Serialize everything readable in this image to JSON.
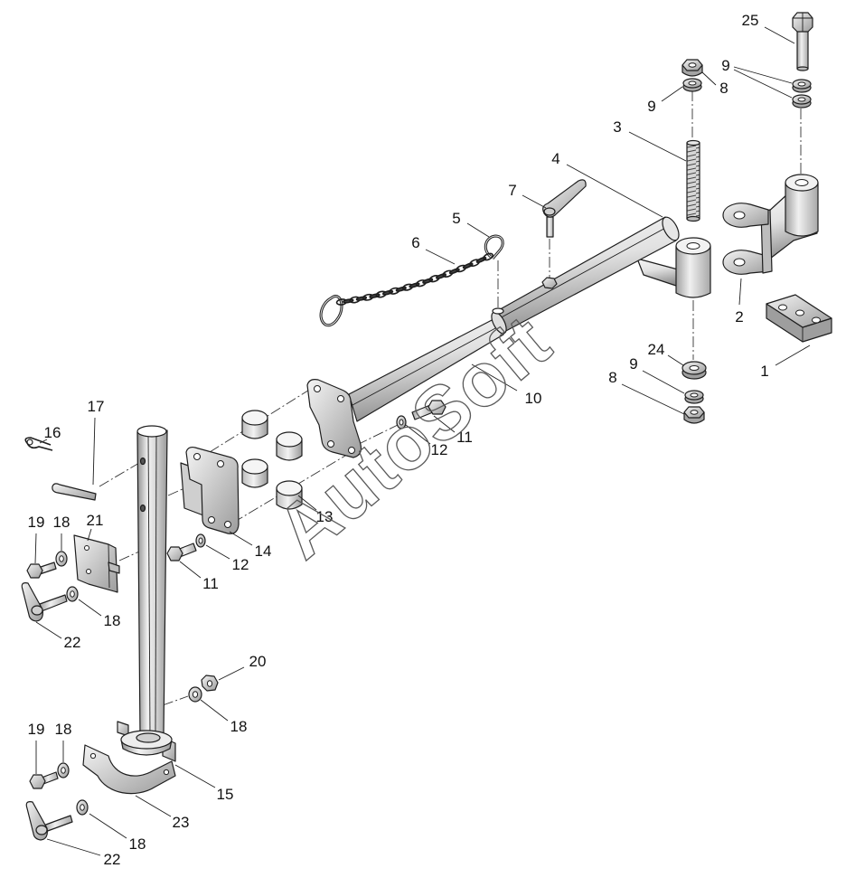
{
  "diagram": {
    "watermark": "AutoSoft",
    "colors": {
      "line": "#1e1e1e",
      "fill_light": "#f2f2f2",
      "fill_mid": "#c8c8c8",
      "fill_dark": "#8c8c8c"
    },
    "callouts": [
      "25",
      "9",
      "8",
      "9",
      "3",
      "4",
      "7",
      "5",
      "6",
      "2",
      "1",
      "24",
      "9",
      "8",
      "10",
      "11",
      "12",
      "17",
      "16",
      "13",
      "14",
      "12",
      "11",
      "19",
      "18",
      "21",
      "18",
      "22",
      "20",
      "18",
      "19",
      "18",
      "15",
      "23",
      "18",
      "22"
    ]
  }
}
